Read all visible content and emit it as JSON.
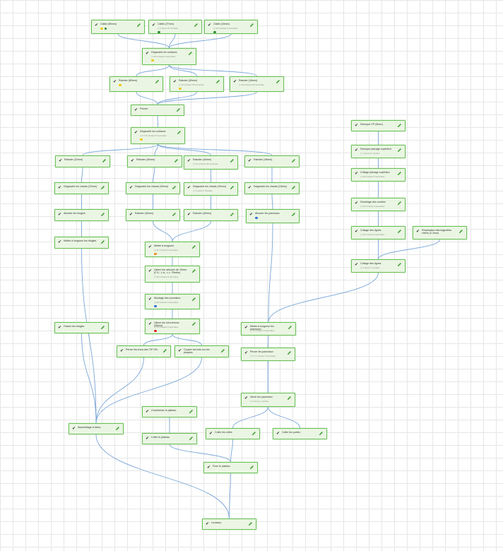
{
  "colors": {
    "node_fill": "#eaf6e3",
    "node_border": "#6cc05a",
    "edge": "#7aa6d8",
    "pencil": "#3f9e33",
    "yellow": "#f2c300",
    "green": "#2e8b2e",
    "orange": "#f08a1c",
    "blue": "#2f6fd6",
    "red": "#e02424"
  },
  "nodes": [
    {
      "id": "n1",
      "label": "Câble (80mm)",
      "sub": "",
      "dots": [
        "yellow",
        "green"
      ]
    },
    {
      "id": "n2",
      "label": "Câble (27mm)",
      "sub": "1 heure 57 minutes",
      "dots": [
        "green"
      ]
    },
    {
      "id": "n3",
      "label": "Câble (18mm)",
      "sub": "22 minutes 9 secondes",
      "dots": [
        "green"
      ]
    },
    {
      "id": "n4",
      "label": "Dégauchir les surfaces",
      "sub": "30 minutes 9 secondes",
      "dots": [
        "yellow"
      ]
    },
    {
      "id": "n5",
      "label": "Raboter (80mm)",
      "sub": "",
      "dots": [
        "yellow"
      ]
    },
    {
      "id": "n6",
      "label": "Raboter (40mm)",
      "sub": "12 minutes 59 secondes",
      "dots": [
        "yellow"
      ]
    },
    {
      "id": "n7",
      "label": "Raboter (18mm)",
      "sub": "10 minutes 59 secondes",
      "dots": []
    },
    {
      "id": "n8",
      "label": "Poncer",
      "sub": "",
      "dots": []
    },
    {
      "id": "n9",
      "label": "Dégauchir les surfaces",
      "sub": "1 h 5 minutes 5 secondes",
      "dots": [
        "yellow"
      ]
    },
    {
      "id": "n10",
      "label": "Raboter (22mm)",
      "sub": "",
      "dots": []
    },
    {
      "id": "n11",
      "label": "Raboter (40mm)",
      "sub": "",
      "dots": []
    },
    {
      "id": "n12",
      "label": "Raboter (40mm)",
      "sub": "21 minutes 35 secondes",
      "dots": []
    },
    {
      "id": "n13",
      "label": "Raboter (18mm)",
      "sub": "",
      "dots": []
    },
    {
      "id": "n14",
      "label": "Dégauchir les chants (22mm)",
      "sub": "",
      "dots": []
    },
    {
      "id": "n15",
      "label": "Dégauchir les chants (40mm)",
      "sub": "",
      "dots": []
    },
    {
      "id": "n16",
      "label": "Dégauchir les chants (40mm)",
      "sub": "1 heure 5 minutes",
      "dots": []
    },
    {
      "id": "n17",
      "label": "Dégauchir les chants (18mm)",
      "sub": "",
      "dots": []
    },
    {
      "id": "n18",
      "label": "Abouter les tringles",
      "sub": "",
      "dots": []
    },
    {
      "id": "n19",
      "label": "Raboter (40mm)",
      "sub": "",
      "dots": []
    },
    {
      "id": "n20",
      "label": "Raboter (40mm)",
      "sub": "",
      "dots": []
    },
    {
      "id": "n21",
      "label": "Abouter les panneaux",
      "sub": "",
      "dots": [
        "blue"
      ]
    },
    {
      "id": "n22",
      "label": "Mettre à longueur les tringles",
      "sub": "",
      "dots": []
    },
    {
      "id": "n23",
      "label": "Mettre à longueur",
      "sub": "11 minutes 5 secondes",
      "dots": [
        "orange"
      ]
    },
    {
      "id": "n24",
      "label": "Usiner les rainures de 10mm (F.G., L.A., L.L. Plinthe)",
      "sub": "30 minutes 5 secondes",
      "dots": []
    },
    {
      "id": "n25",
      "label": "Montage des sommiers",
      "sub": "20 minutes 5 secondes",
      "dots": [
        "blue"
      ]
    },
    {
      "id": "n26",
      "label": "Usiner les mini-tenons (50mm)",
      "sub": "15 minutes 5 secondes",
      "dots": [
        "red"
      ]
    },
    {
      "id": "n27",
      "label": "Fraiser les tringles",
      "sub": "",
      "dots": []
    },
    {
      "id": "n28",
      "label": "Percer les trous des TIP ON",
      "sub": "",
      "dots": []
    },
    {
      "id": "n29",
      "label": "Couper les bois sur les plaques",
      "sub": "",
      "dots": []
    },
    {
      "id": "n30",
      "label": "Mettre à longueur les panneaux",
      "sub": "10 minutes 5 secondes",
      "dots": []
    },
    {
      "id": "n31",
      "label": "Percer les panneaux",
      "sub": "1 h 1 minute 5 secondes",
      "dots": []
    },
    {
      "id": "n32",
      "label": "Vernir les panneaux",
      "sub": "1 heure 1 minute",
      "dots": []
    },
    {
      "id": "n33",
      "label": "Assemblage à blanc",
      "sub": "",
      "dots": []
    },
    {
      "id": "n34",
      "label": "Chanfreiner le plateau",
      "sub": "",
      "dots": []
    },
    {
      "id": "n35",
      "label": "Coller le plateau",
      "sub": "",
      "dots": []
    },
    {
      "id": "n36",
      "label": "Coller les côtés",
      "sub": "",
      "dots": []
    },
    {
      "id": "n37",
      "label": "Coller les portes",
      "sub": "",
      "dots": []
    },
    {
      "id": "n38",
      "label": "Fixer le plateau",
      "sub": "",
      "dots": []
    },
    {
      "id": "n39",
      "label": "Livraison",
      "sub": "",
      "dots": []
    },
    {
      "id": "n40",
      "label": "Découpe CP (8mm)",
      "sub": "",
      "dots": []
    },
    {
      "id": "n41",
      "label": "Découpe placage supérieur",
      "sub": "1 heure 5 minutes",
      "dots": []
    },
    {
      "id": "n42",
      "label": "Collage placage supérieur",
      "sub": "20 minutes 5 secondes",
      "dots": []
    },
    {
      "id": "n43",
      "label": "Décollage des contres",
      "sub": "20 minutes 5 secondes",
      "dots": []
    },
    {
      "id": "n44",
      "label": "Collage des lignes",
      "sub": "10 minutes 5 secondes",
      "dots": []
    },
    {
      "id": "n45",
      "label": "Préparation des baguettes chêne (2.2mm)",
      "sub": "",
      "dots": []
    },
    {
      "id": "n46",
      "label": "Collage des lignes",
      "sub": "1 heure 5 minutes",
      "dots": []
    }
  ]
}
